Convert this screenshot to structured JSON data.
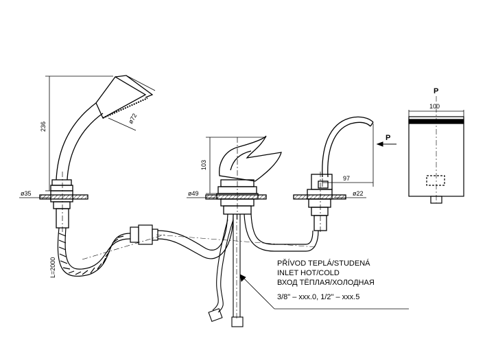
{
  "dimensions": {
    "shower_height": "236",
    "shower_head_dia": "ø72",
    "hose_length": "L=2000",
    "shower_base_dia": "ø35",
    "mixer_height": "103",
    "mixer_base_dia": "ø49",
    "spout_reach": "97",
    "spout_base_dia": "ø22",
    "side_width": "100"
  },
  "view_labels": {
    "arrow_label": "P",
    "side_view_label": "P"
  },
  "inlet_note": {
    "line1": "PŘÍVOD TEPLÁ/STUDENÁ",
    "line2": "INLET HOT/COLD",
    "line3": "ВХОД ТЁПЛАЯ/ХОЛОДНАЯ",
    "line4": "3/8\" – xxx.0, 1/2\" – xxx.5"
  }
}
